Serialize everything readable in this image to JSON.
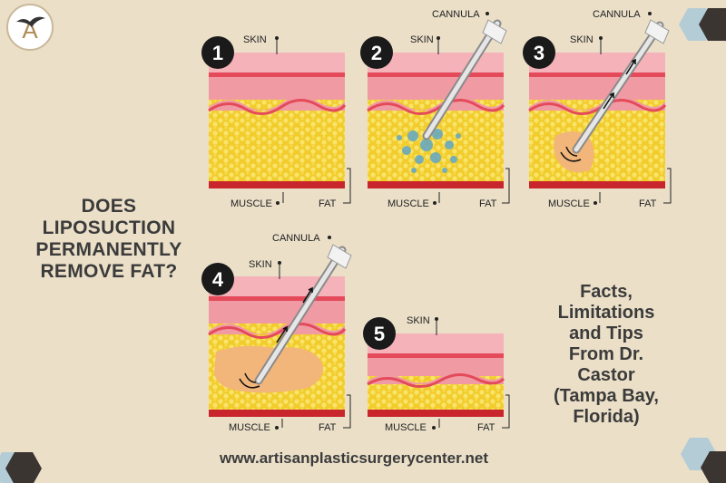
{
  "title_lines": [
    "DOES",
    "LIPOSUCTION",
    "PERMANENTLY",
    "REMOVE FAT?"
  ],
  "subtitle_lines": [
    "Facts,",
    "Limitations",
    "and Tips",
    "From Dr.",
    "Castor",
    "(Tampa Bay,",
    "Florida)"
  ],
  "website": "www.artisanplasticsurgerycenter.net",
  "labels": {
    "skin": "SKIN",
    "fat": "FAT",
    "muscle": "MUSCLE",
    "cannula": "CANNULA"
  },
  "steps": [
    "1",
    "2",
    "3",
    "4",
    "5"
  ],
  "colors": {
    "background": "#ebdfc8",
    "skin": "#f29aa5",
    "fat": "#f4d33a",
    "muscle": "#c8252d",
    "text": "#3b3b3b",
    "hex_light": "#b3ccd6",
    "hex_dark": "#3a3531"
  }
}
